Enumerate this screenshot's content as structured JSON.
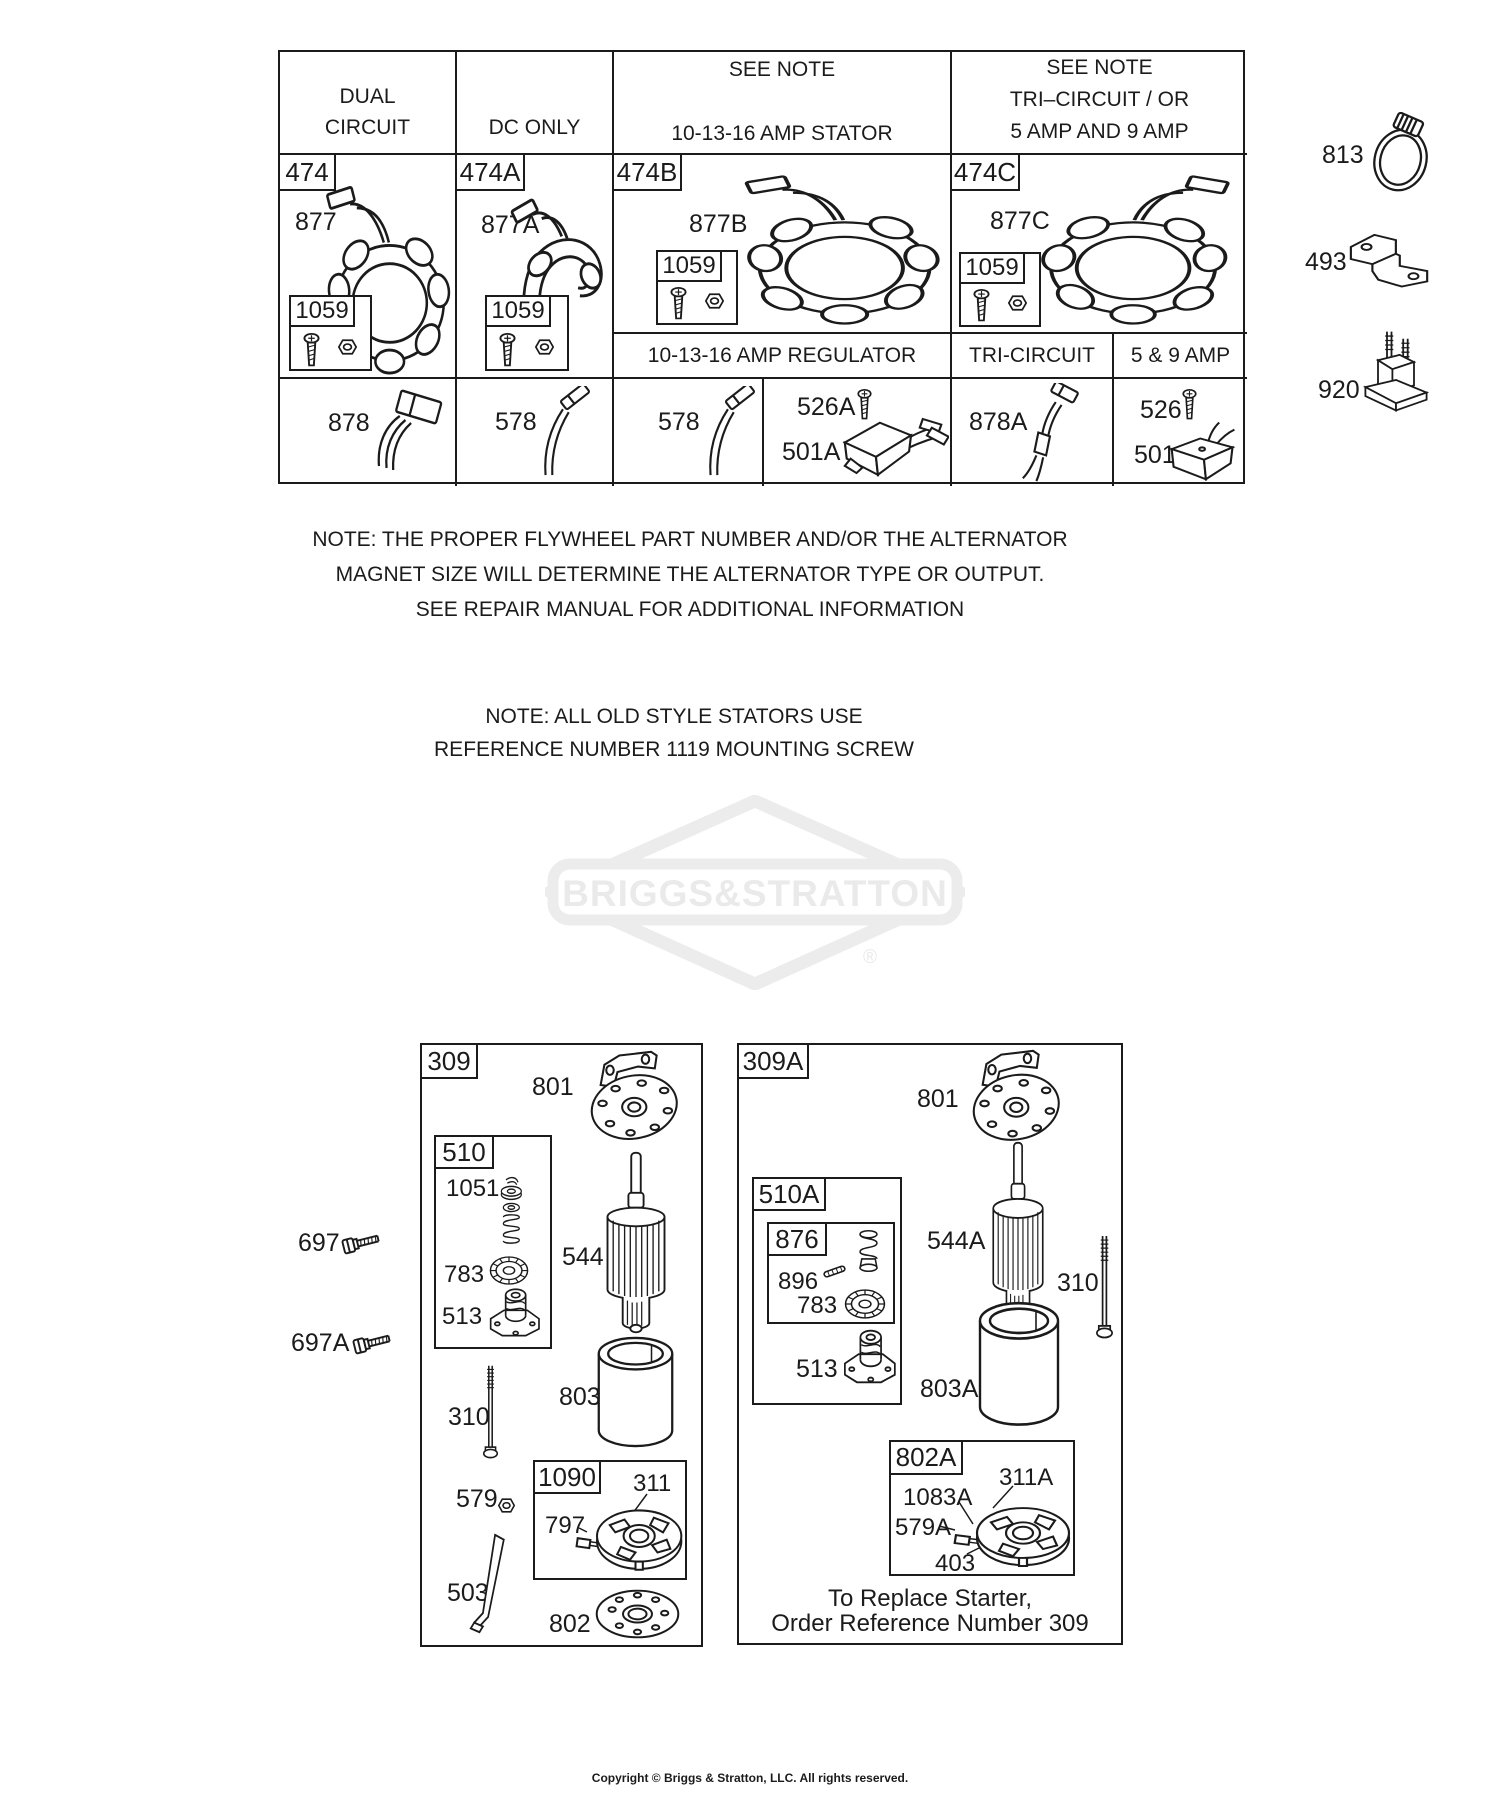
{
  "alternator_table": {
    "headers": {
      "dual_circuit": [
        "DUAL",
        "CIRCUIT"
      ],
      "dc_only": "DC ONLY",
      "stator_note": "SEE NOTE",
      "stator_title": "10-13-16 AMP STATOR",
      "tri_note": "SEE NOTE",
      "tri_title": "TRI–CIRCUIT / OR",
      "tri_subtitle": "5 AMP AND 9 AMP"
    },
    "subheaders": {
      "regulator": "10-13-16 AMP REGULATOR",
      "tri_circuit": "TRI-CIRCUIT",
      "five_nine_amp": "5 & 9 AMP"
    },
    "refs": {
      "r474": "474",
      "r877": "877",
      "r1059_1": "1059",
      "r474A": "474A",
      "r877A": "877A",
      "r1059_2": "1059",
      "r474B": "474B",
      "r877B": "877B",
      "r1059_3": "1059",
      "r474C": "474C",
      "r877C": "877C",
      "r1059_4": "1059",
      "r878": "878",
      "r578_1": "578",
      "r578_2": "578",
      "r526A": "526A",
      "r501A": "501A",
      "r878A": "878A",
      "r526": "526",
      "r501": "501"
    }
  },
  "side_parts": {
    "r813": "813",
    "r493": "493",
    "r920": "920"
  },
  "notes": {
    "flywheel_line1": "NOTE: THE PROPER FLYWHEEL PART NUMBER AND/OR THE ALTERNATOR",
    "flywheel_line2": "MAGNET SIZE WILL DETERMINE THE ALTERNATOR TYPE OR OUTPUT.",
    "flywheel_line3": "SEE REPAIR MANUAL FOR ADDITIONAL INFORMATION",
    "stator_line1": "NOTE: ALL OLD STYLE STATORS USE",
    "stator_line2": "REFERENCE NUMBER 1119  MOUNTING SCREW"
  },
  "watermark": {
    "brand": "BRIGGS&STRATTON",
    "registered": "®"
  },
  "starter_309": {
    "ref": "309",
    "r801": "801",
    "r510": "510",
    "r1051": "1051",
    "r783": "783",
    "r513": "513",
    "r544": "544",
    "r310": "310",
    "r803": "803",
    "r579": "579",
    "r1090": "1090",
    "r311": "311",
    "r797": "797",
    "r503": "503",
    "r802": "802"
  },
  "loose_bolts": {
    "r697": "697",
    "r697A": "697A"
  },
  "starter_309A": {
    "ref": "309A",
    "r801": "801",
    "r510A": "510A",
    "r876": "876",
    "r896": "896",
    "r783": "783",
    "r513": "513",
    "r544A": "544A",
    "r310": "310",
    "r803A": "803A",
    "r802A": "802A",
    "r311A": "311A",
    "r1083A": "1083A",
    "r579A": "579A",
    "r403": "403",
    "caption_line1": "To Replace Starter,",
    "caption_line2": "Order Reference Number 309"
  },
  "footer": {
    "copyright": "Copyright © Briggs & Stratton, LLC. All rights reserved."
  }
}
